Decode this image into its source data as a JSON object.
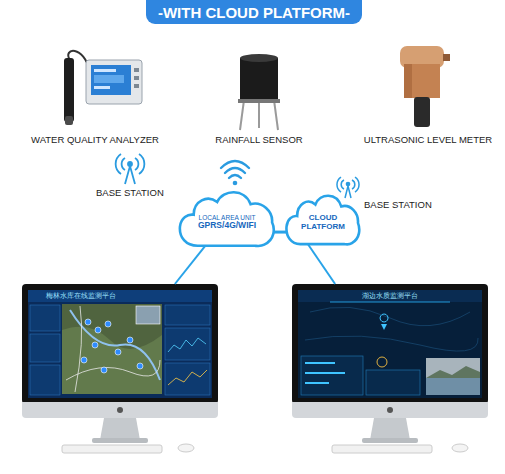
{
  "diagram": {
    "title": "-WITH CLOUD PLATFORM-",
    "nodes": [
      {
        "text": [
          "WATER QUALITY ANALYZER"
        ]
      },
      {
        "text": [
          "RAINFALL SENSOR"
        ]
      },
      {
        "text": [
          "ULTRASONIC LEVEL METER"
        ]
      },
      {
        "text": [
          "LOCAL AREA UNIT",
          "GPRS/4G/WIFI"
        ]
      },
      {
        "text": [
          "CLOUD PLATFORM"
        ]
      },
      {
        "text": [
          "梅林水库在线监测平台"
        ]
      },
      {
        "text": [
          "湖边水质监测平台"
        ]
      }
    ],
    "edges": [
      {
        "from": 3,
        "to": 4,
        "arrow": "none"
      },
      {
        "from": 3,
        "to": 5,
        "arrow": "none"
      },
      {
        "from": 4,
        "to": 6,
        "arrow": "none"
      }
    ],
    "labels": [
      "BASE STATION",
      "BASE STATION"
    ]
  }
}
